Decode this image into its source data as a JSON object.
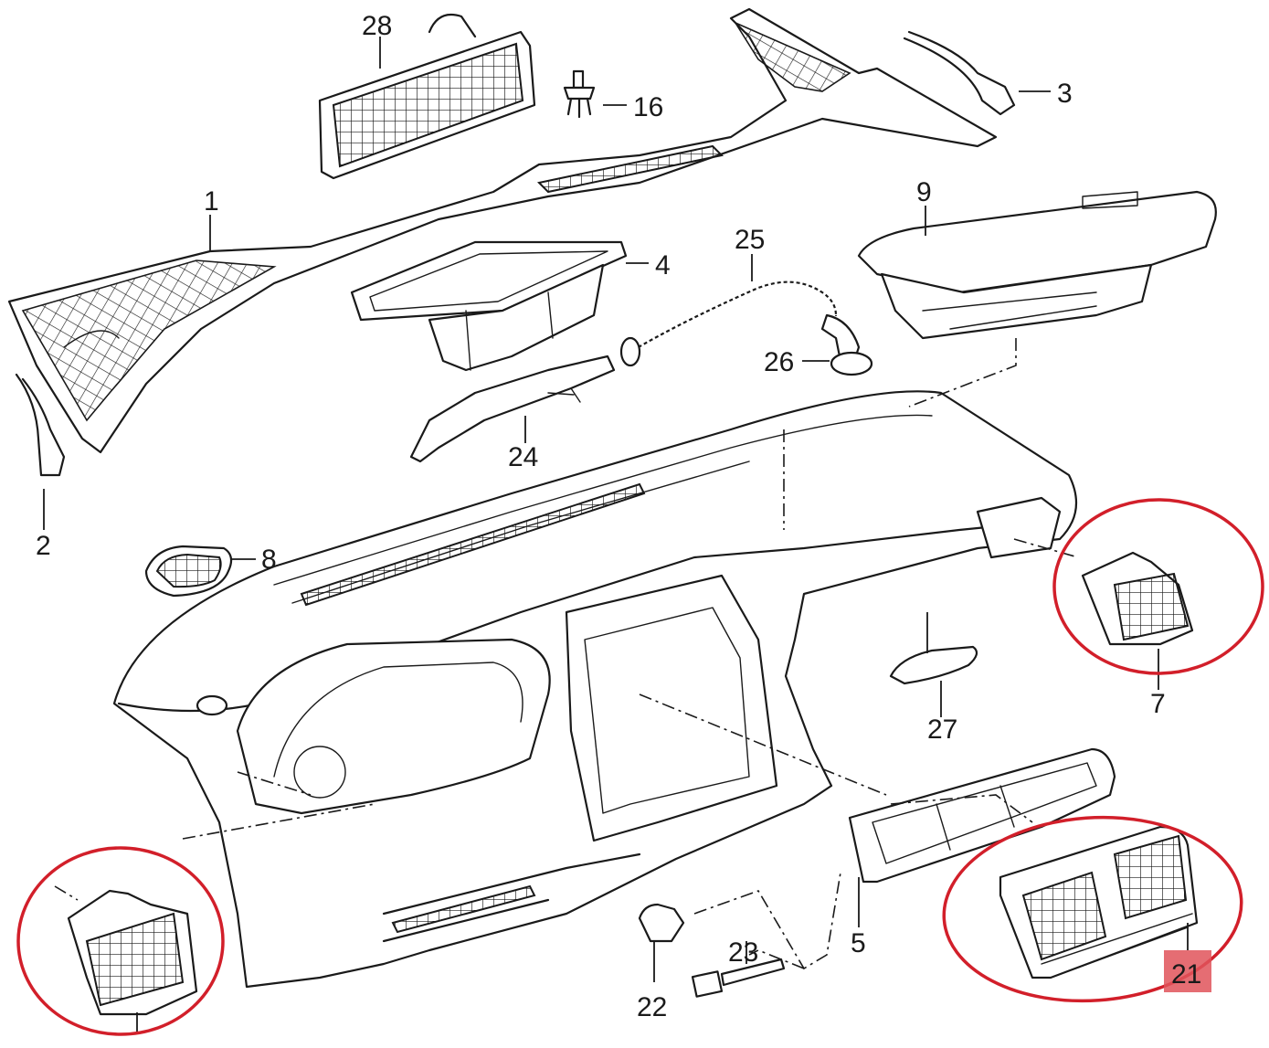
{
  "parts": [
    {
      "id": "p1",
      "number": "1",
      "name": "plenum-panel"
    },
    {
      "id": "p2",
      "number": "2",
      "name": "side-bracket"
    },
    {
      "id": "p3",
      "number": "3",
      "name": "trim-clip"
    },
    {
      "id": "p4",
      "number": "4",
      "name": "air-duct"
    },
    {
      "id": "p5",
      "number": "5",
      "name": "center-vent-housing"
    },
    {
      "id": "p7",
      "number": "7",
      "name": "right-air-vent"
    },
    {
      "id": "p8",
      "number": "8",
      "name": "speaker-grille"
    },
    {
      "id": "p9",
      "number": "9",
      "name": "glove-box-lid"
    },
    {
      "id": "p16",
      "number": "16",
      "name": "expanding-rivet"
    },
    {
      "id": "p21",
      "number": "21",
      "name": "center-air-vent"
    },
    {
      "id": "p22",
      "number": "22",
      "name": "clip"
    },
    {
      "id": "p23",
      "number": "23",
      "name": "sensor"
    },
    {
      "id": "p24",
      "number": "24",
      "name": "footwell-duct"
    },
    {
      "id": "p25",
      "number": "25",
      "name": "hose"
    },
    {
      "id": "p26",
      "number": "26",
      "name": "grommet"
    },
    {
      "id": "p27",
      "number": "27",
      "name": "trim-cover"
    },
    {
      "id": "p28",
      "number": "28",
      "name": "cover-grille"
    },
    {
      "id": "p6",
      "number": "",
      "name": "left-air-vent"
    }
  ],
  "highlight": {
    "color": "#d21f2a",
    "circled_parts": [
      "left-air-vent",
      "right-air-vent",
      "center-air-vent"
    ],
    "boxed_label": "21"
  },
  "colors": {
    "line": "#1a1a1a",
    "background": "#ffffff",
    "label_box": "#e0535b"
  }
}
